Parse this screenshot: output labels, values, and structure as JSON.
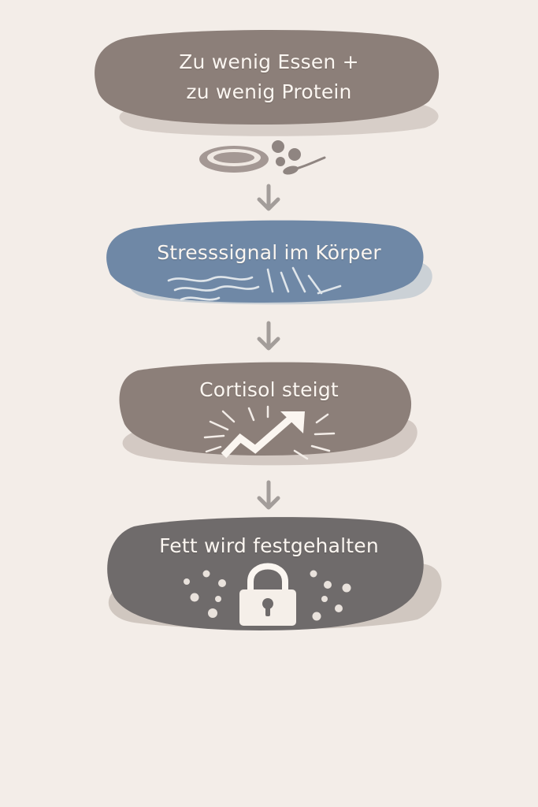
{
  "steps": [
    {
      "line1": "Zu wenig Essen +",
      "line2": "zu wenig Protein",
      "icon": "plate-and-spoon-icon"
    },
    {
      "label": "Stresssignal im Körper",
      "icon": "stress-waves-icon"
    },
    {
      "label": "Cortisol steigt",
      "icon": "rising-arrow-icon"
    },
    {
      "label": "Fett wird festgehalten",
      "icon": "padlock-icon"
    }
  ],
  "colors": {
    "background": "#f3ede8",
    "step_taupe": "#8c7f79",
    "step_blue": "#6f88a6",
    "step_gray": "#6f6b6b",
    "arrow": "#a39d9a",
    "text": "#fbf6f1"
  }
}
